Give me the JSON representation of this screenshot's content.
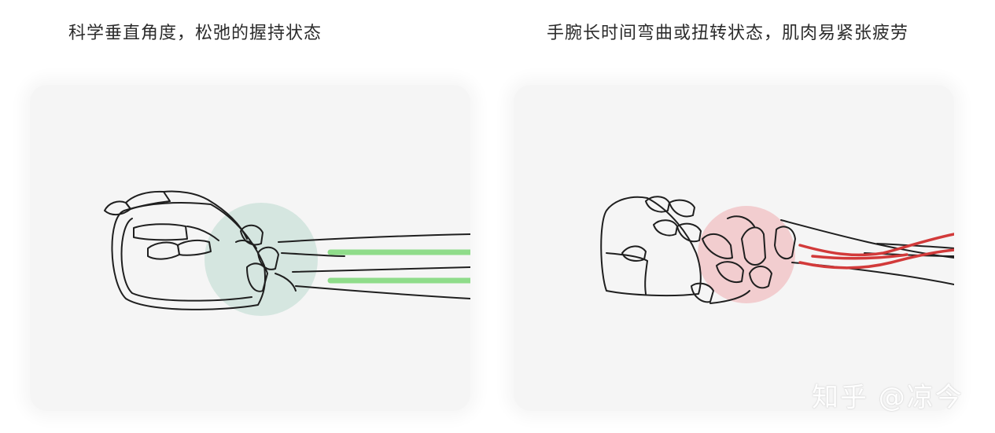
{
  "captions": {
    "left": "科学垂直角度，松弛的握持状态",
    "right": "手腕长时间弯曲或扭转状态，肌肉易紧张疲劳"
  },
  "watermark": "知乎 @凉今",
  "colors": {
    "relaxed_highlight": "#cfe3dc",
    "relaxed_lines": "#8fdc8a",
    "strain_highlight": "#f2c9cb",
    "strain_lines": "#d23a3a",
    "outline": "#1f1f1f",
    "panel_bg": "#f5f5f5"
  },
  "panels": {
    "left": {
      "illustration": "vertical-mouse-grip",
      "state": "relaxed"
    },
    "right": {
      "illustration": "standard-mouse-grip",
      "state": "strained"
    }
  }
}
